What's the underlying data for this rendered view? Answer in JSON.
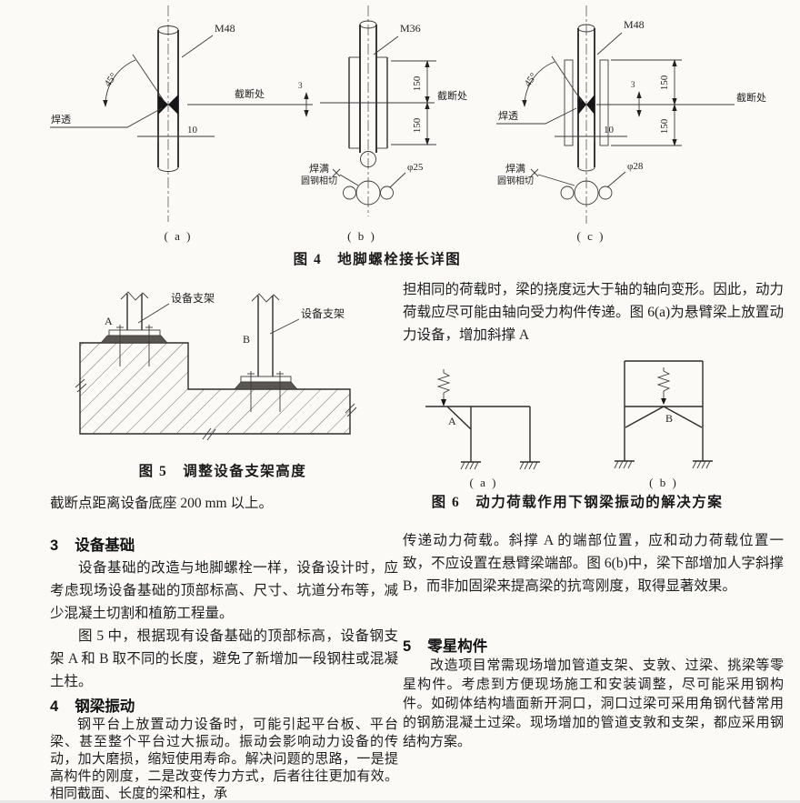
{
  "figure4": {
    "caption": "图 4　地脚螺栓接长详图",
    "a": {
      "label": "( a )",
      "bolt": "M48",
      "angle": "45°",
      "weld": "焊透",
      "cut": "截断处",
      "width_dim": "10",
      "gap_dim": "3"
    },
    "b": {
      "label": "( b )",
      "bolt": "M36",
      "dim_upper": "150",
      "dim_lower": "150",
      "cut": "截断处",
      "weld_full": "焊满",
      "tangent_note": "圆钢相切",
      "bar_dia": "φ25"
    },
    "c": {
      "label": "( c )",
      "bolt": "M48",
      "angle": "45°",
      "weld": "焊透",
      "dim_upper": "150",
      "dim_lower": "150",
      "cut": "截断处",
      "width_dim": "10",
      "gap_dim": "3",
      "weld_full": "焊满",
      "tangent_note": "圆钢相切",
      "bar_dia": "φ28"
    }
  },
  "figure5": {
    "caption": "图 5　调整设备支架高度",
    "left_support_label": "设备支架",
    "right_support_label": "设备支架",
    "marker_a": "A",
    "marker_b": "B"
  },
  "figure6": {
    "caption": "图 6　动力荷载作用下钢梁振动的解决方案",
    "label_a": "( a )",
    "label_b": "( b )",
    "marker_a": "A",
    "marker_b": "B"
  },
  "text": {
    "left": {
      "line_cutoff": "截断点距离设备底座 200 mm 以上。",
      "s3_num": "3",
      "s3_title": "设备基础",
      "s3_p1": "设备基础的改造与地脚螺栓一样，设备设计时，应考虑现场设备基础的顶部标高、尺寸、坑道分布等，减少混凝土切割和植筋工程量。",
      "s3_p2": "图 5 中，根据现有设备基础的顶部标高，设备钢支架 A 和 B 取不同的长度，避免了新增加一段钢柱或混凝土柱。",
      "s4_num": "4",
      "s4_title": "钢梁振动",
      "s4_p1": "钢平台上放置动力设备时，可能引起平台板、平台梁、甚至整个平台过大振动。振动会影响动力设备的传动，加大磨损，缩短使用寿命。解决问题的思路，一是提高构件的刚度，二是改变传力方式，后者往往更加有效。相同截面、长度的梁和柱，承"
    },
    "right": {
      "p_top": "担相同的荷载时，梁的挠度远大于轴的轴向变形。因此，动力荷载应尽可能由轴向受力构件传递。图 6(a)为悬臂梁上放置动力设备，增加斜撑 A",
      "p_mid": "传递动力荷载。斜撑 A 的端部位置，应和动力荷载位置一致，不应设置在悬臂梁端部。图 6(b)中，梁下部增加人字斜撑 B，而非加固梁来提高梁的抗弯刚度，取得显著效果。",
      "s5_num": "5",
      "s5_title": "零星构件",
      "s5_p1": "改造项目常需现场增加管道支架、支敦、过梁、挑梁等零星构件。考虑到方便现场施工和安装调整，尽可能采用钢构件。如砌体结构墙面新开洞口，洞口过梁可采用角钢代替常用的钢筋混凝土过梁。现场增加的管道支敦和支架，都应采用钢结构方案。"
    }
  }
}
